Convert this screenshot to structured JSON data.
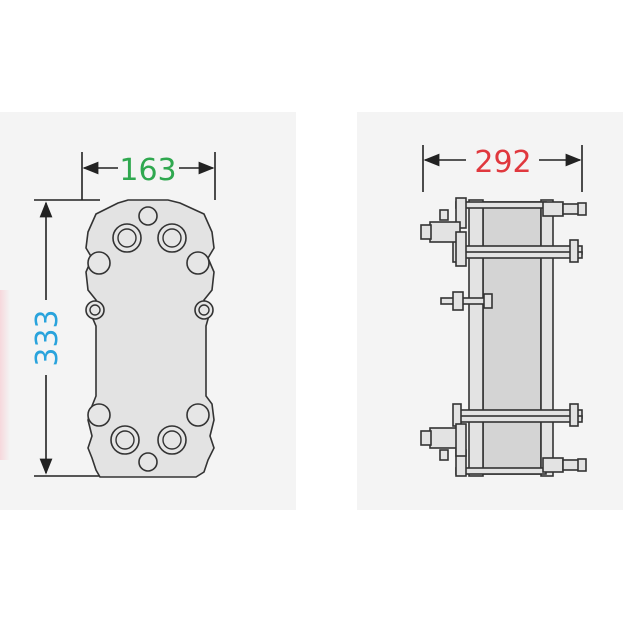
{
  "front_view": {
    "width_dimension": "163",
    "height_dimension": "333",
    "width_color": "#2fa84f",
    "height_color": "#29a3dc"
  },
  "side_view": {
    "depth_dimension": "292",
    "depth_color": "#e0383e",
    "core_color": "#d4d4d4"
  },
  "background_color": "#f4f4f4"
}
